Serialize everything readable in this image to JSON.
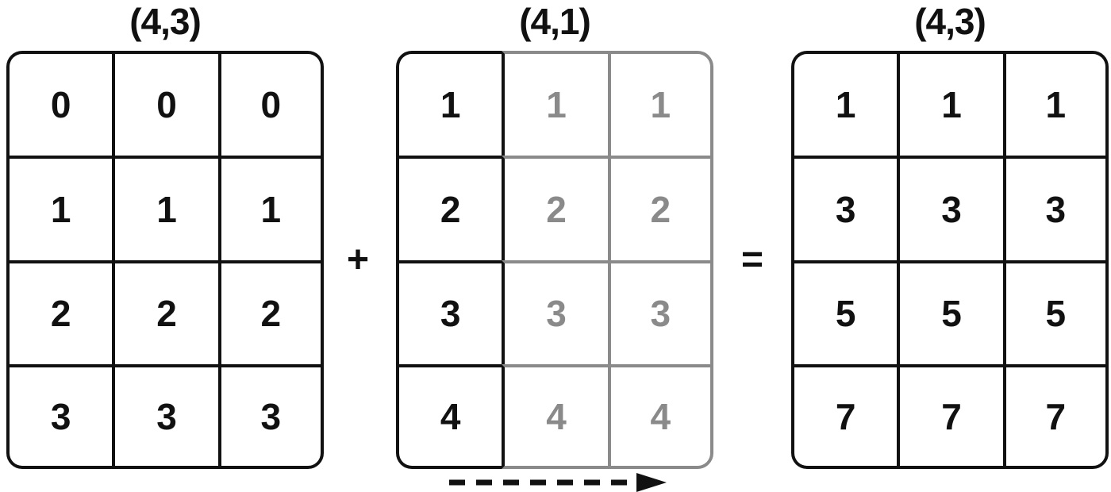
{
  "operators": {
    "plus": "+",
    "equals": "="
  },
  "colors": {
    "ink": "#111111",
    "broadcast_ghost": "#8a8a8a",
    "background": "#ffffff"
  },
  "matrices": [
    {
      "label": "(4,3)",
      "role": "left-operand",
      "values": [
        [
          0,
          0,
          0
        ],
        [
          1,
          1,
          1
        ],
        [
          2,
          2,
          2
        ],
        [
          3,
          3,
          3
        ]
      ]
    },
    {
      "label": "(4,1)",
      "role": "right-operand-broadcast",
      "values": [
        [
          1,
          1,
          1
        ],
        [
          2,
          2,
          2
        ],
        [
          3,
          3,
          3
        ],
        [
          4,
          4,
          4
        ]
      ],
      "real_column": 0,
      "ghost_columns": [
        1,
        2
      ]
    },
    {
      "label": "(4,3)",
      "role": "result",
      "values": [
        [
          1,
          1,
          1
        ],
        [
          3,
          3,
          3
        ],
        [
          5,
          5,
          5
        ],
        [
          7,
          7,
          7
        ]
      ]
    }
  ],
  "arrow": {
    "meaning": "broadcast-direction",
    "direction": "right"
  }
}
